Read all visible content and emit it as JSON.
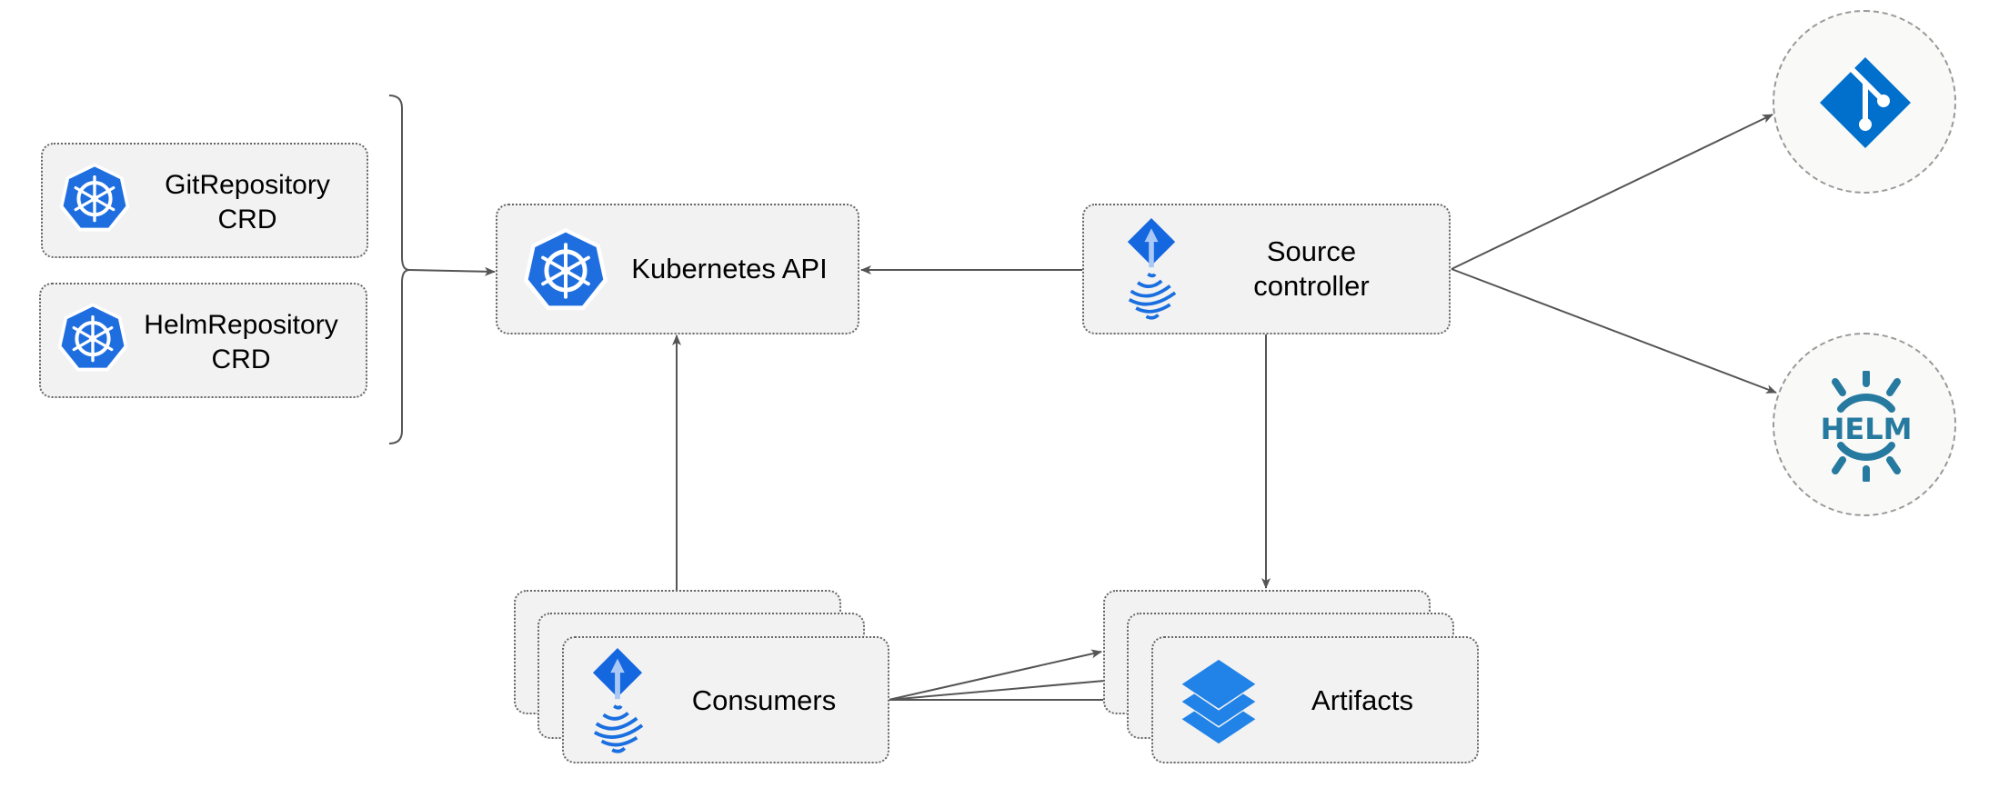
{
  "nodes": {
    "git_crd": {
      "line1": "GitRepository",
      "line2": "CRD",
      "icon": "kubernetes-icon"
    },
    "helm_crd": {
      "line1": "HelmRepository",
      "line2": "CRD",
      "icon": "kubernetes-icon"
    },
    "kubernetes_api": {
      "label": "Kubernetes API",
      "icon": "kubernetes-icon"
    },
    "source_controller": {
      "line1": "Source",
      "line2": "controller",
      "icon": "flux-icon"
    },
    "consumers": {
      "label": "Consumers",
      "icon": "flux-icon"
    },
    "artifacts": {
      "label": "Artifacts",
      "icon": "layers-icon"
    },
    "git": {
      "icon": "git-icon"
    },
    "helm": {
      "icon": "helm-icon",
      "logo_text": "HELM"
    }
  },
  "edges": [
    {
      "from": "crds",
      "to": "kubernetes_api"
    },
    {
      "from": "source_controller",
      "to": "kubernetes_api"
    },
    {
      "from": "consumers",
      "to": "kubernetes_api"
    },
    {
      "from": "source_controller",
      "to": "git"
    },
    {
      "from": "source_controller",
      "to": "helm"
    },
    {
      "from": "source_controller",
      "to": "artifacts"
    },
    {
      "from": "consumers",
      "to": "artifacts"
    }
  ],
  "colors": {
    "k8s_blue": "#326ce5",
    "flux_blue": "#1a6fe0",
    "git_blue": "#0070cc",
    "helm_teal": "#277a9f",
    "box_fill": "#f2f2f2",
    "edge": "#555555"
  }
}
